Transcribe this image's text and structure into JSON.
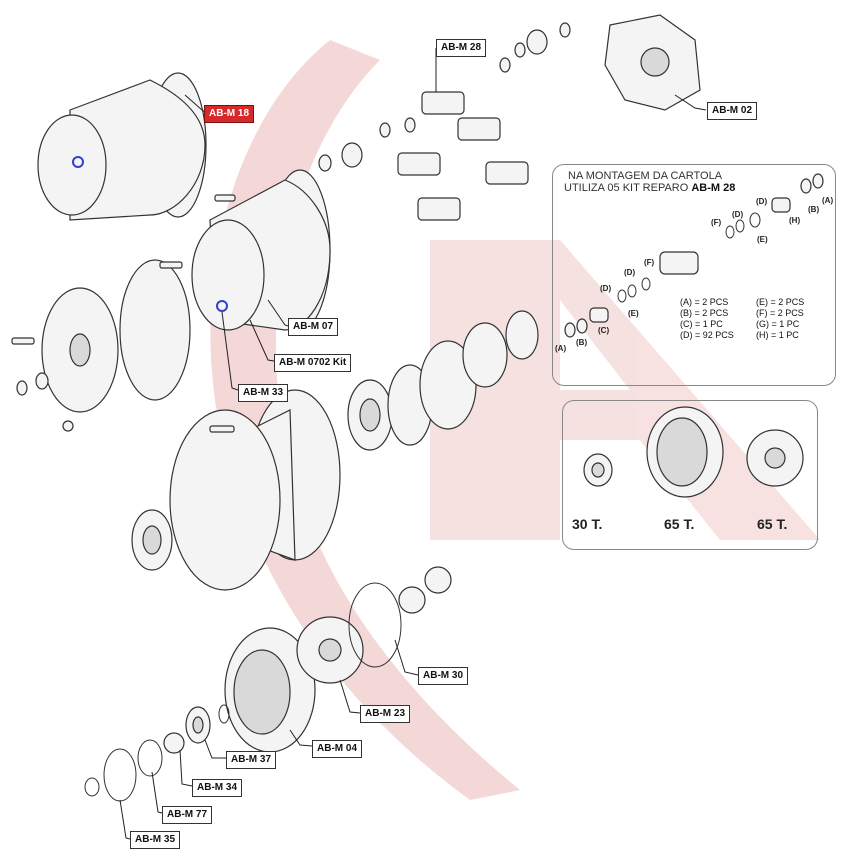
{
  "watermark_color": "#f1c9c9",
  "highlight_color": "#d62a2a",
  "callouts": {
    "abm28": "AB-M 28",
    "abm02": "AB-M 02",
    "abm18": "AB-M 18",
    "abm07": "AB-M 07",
    "abm0702": "AB-M 0702 Kit",
    "abm33": "AB-M 33",
    "abm30": "AB-M 30",
    "abm23": "AB-M 23",
    "abm04": "AB-M 04",
    "abm37": "AB-M 37",
    "abm34": "AB-M 34",
    "abm77": "AB-M 77",
    "abm35": "AB-M 35"
  },
  "kit_panel": {
    "title_line1": "NA MONTAGEM DA CARTOLA",
    "title_line2_prefix": "UTILIZA 05 KIT REPARO ",
    "title_line2_bold": "AB-M 28",
    "part_letters": {
      "A1": "(A)",
      "B1": "(B)",
      "C1": "(C)",
      "D1": "(D)",
      "E1": "(E)",
      "F1": "(F)",
      "D2": "(D)",
      "F2": "(F)",
      "E2": "(E)",
      "D3": "(D)",
      "H": "(H)",
      "B2": "(B)",
      "A2": "(A)",
      "D4": "(D)"
    },
    "legend": {
      "a": "(A) = 2 PCS",
      "b": "(B) = 2 PCS",
      "c": "(C) = 1 PC",
      "d": "(D) = 92 PCS",
      "e": "(E) = 2 PCS",
      "f": "(F) = 2 PCS",
      "g": "(G) = 1 PC",
      "h": "(H) = 1 PC"
    }
  },
  "teeth_panel": {
    "label1": "30 T.",
    "label2": "65 T.",
    "label3": "65 T."
  }
}
